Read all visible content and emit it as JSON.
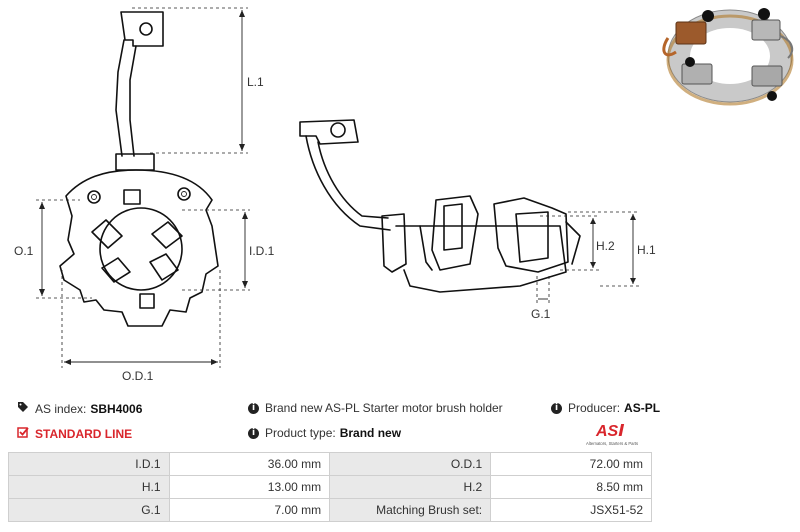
{
  "dimensions": {
    "l1": "L.1",
    "o1": "O.1",
    "id1": "I.D.1",
    "od1": "O.D.1",
    "h2": "H.2",
    "h1": "H.1",
    "g1": "G.1"
  },
  "info": {
    "as_index_label": "AS index:",
    "as_index_value": "SBH4006",
    "description": "Brand new AS-PL Starter motor brush holder",
    "producer_label": "Producer:",
    "producer_value": "AS-PL",
    "line_label": "STANDARD LINE",
    "product_type_label": "Product type:",
    "product_type_value": "Brand new"
  },
  "logo": {
    "mark": "AS",
    "tagline": "Alternators, Starters & Parts"
  },
  "specs": [
    [
      "I.D.1",
      "36.00 mm",
      "O.D.1",
      "72.00 mm"
    ],
    [
      "H.1",
      "13.00 mm",
      "H.2",
      "8.50 mm"
    ],
    [
      "G.1",
      "7.00 mm",
      "Matching Brush set:",
      "JSX51-52"
    ]
  ],
  "colors": {
    "accent_red": "#d9262c",
    "table_key_bg": "#e9e9e9",
    "table_border": "#cfcfcf"
  },
  "icons": {
    "as_index": "tag-icon",
    "line": "checkbox-icon",
    "info": "info-icon"
  }
}
